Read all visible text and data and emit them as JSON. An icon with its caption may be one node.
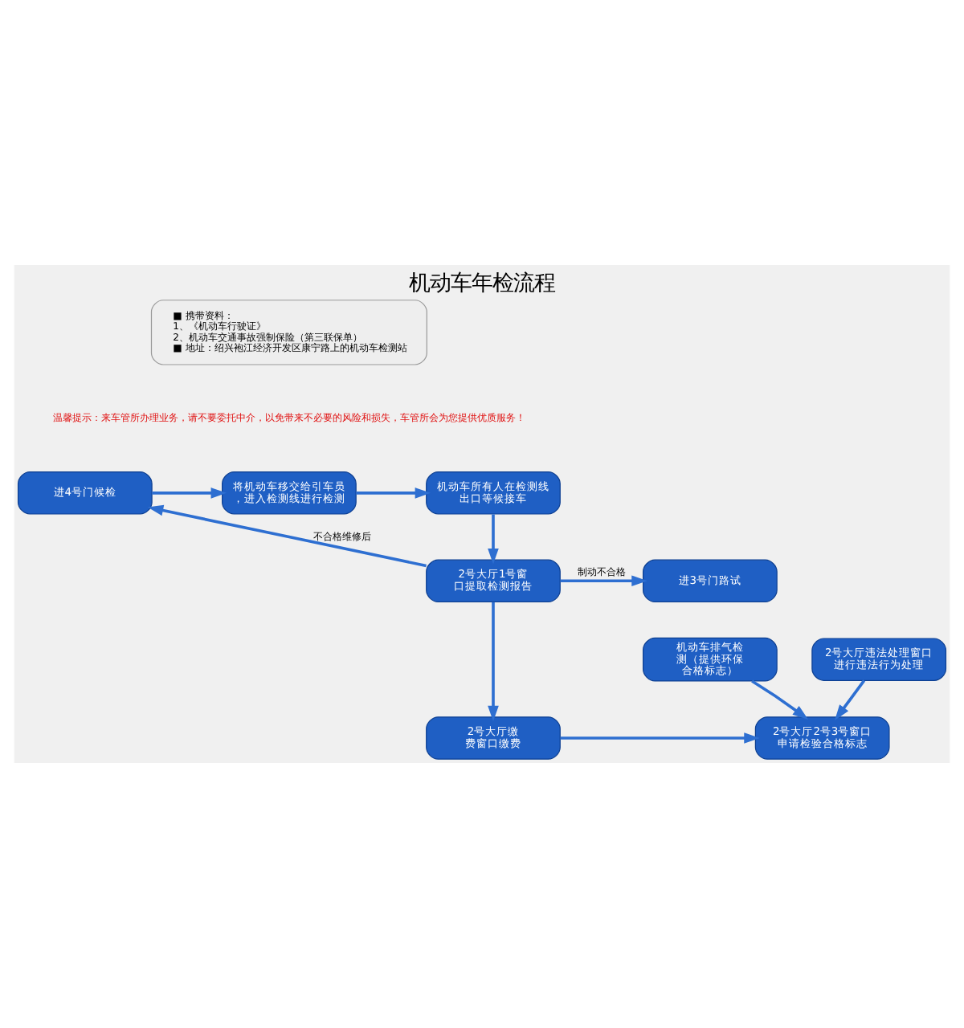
{
  "diagram": {
    "title": "机动车年检流程",
    "nodes": [
      {
        "text": [
          "■ 携带资料：",
          "1、《机动车行驶证》",
          "2、机动车交通事故强制保险（第三联保单）",
          "■ 地址：绍兴袍江经济开发区康宁路上的机动车检测站"
        ]
      },
      {
        "text": [
          "进4号门候检"
        ]
      },
      {
        "text": [
          "将机动车移交给引车员，进入检测线进行检测"
        ]
      },
      {
        "text": [
          "机动车所有人在检测线出口等候接车"
        ]
      },
      {
        "text": [
          "进3号门路试"
        ]
      },
      {
        "text": [
          "2号大厅1号窗口提取检测报告"
        ]
      },
      {
        "text": [
          "机动车排气检测（提供环保合格标志）"
        ]
      },
      {
        "text": [
          "2号大厅缴费窗口缴费"
        ]
      },
      {
        "text": [
          "2号大厅2号3号窗口申请检验合格标志"
        ]
      },
      {
        "text": [
          "2号大厅违法处理窗口进行违法行为处理"
        ]
      }
    ],
    "edges": [
      {
        "from": 1,
        "to": 2,
        "arrow": "to"
      },
      {
        "from": 2,
        "to": 3,
        "arrow": "to"
      },
      {
        "from": 3,
        "to": 5,
        "arrow": "to"
      },
      {
        "from": 5,
        "to": 1,
        "arrow": "to",
        "label": "不合格维修后"
      },
      {
        "from": 5,
        "to": 4,
        "arrow": "to",
        "label": "制动不合格"
      },
      {
        "from": 5,
        "to": 7,
        "arrow": "to"
      },
      {
        "from": 7,
        "to": 8,
        "arrow": "to"
      },
      {
        "from": 6,
        "to": 8,
        "arrow": "to"
      },
      {
        "from": 9,
        "to": 8,
        "arrow": "to"
      }
    ],
    "labels": [
      "温馨提示：来车管所办理业务，请不要委托中介，以免带来不必要的风险和损失，车管所会为您提供优质服务！"
    ]
  }
}
